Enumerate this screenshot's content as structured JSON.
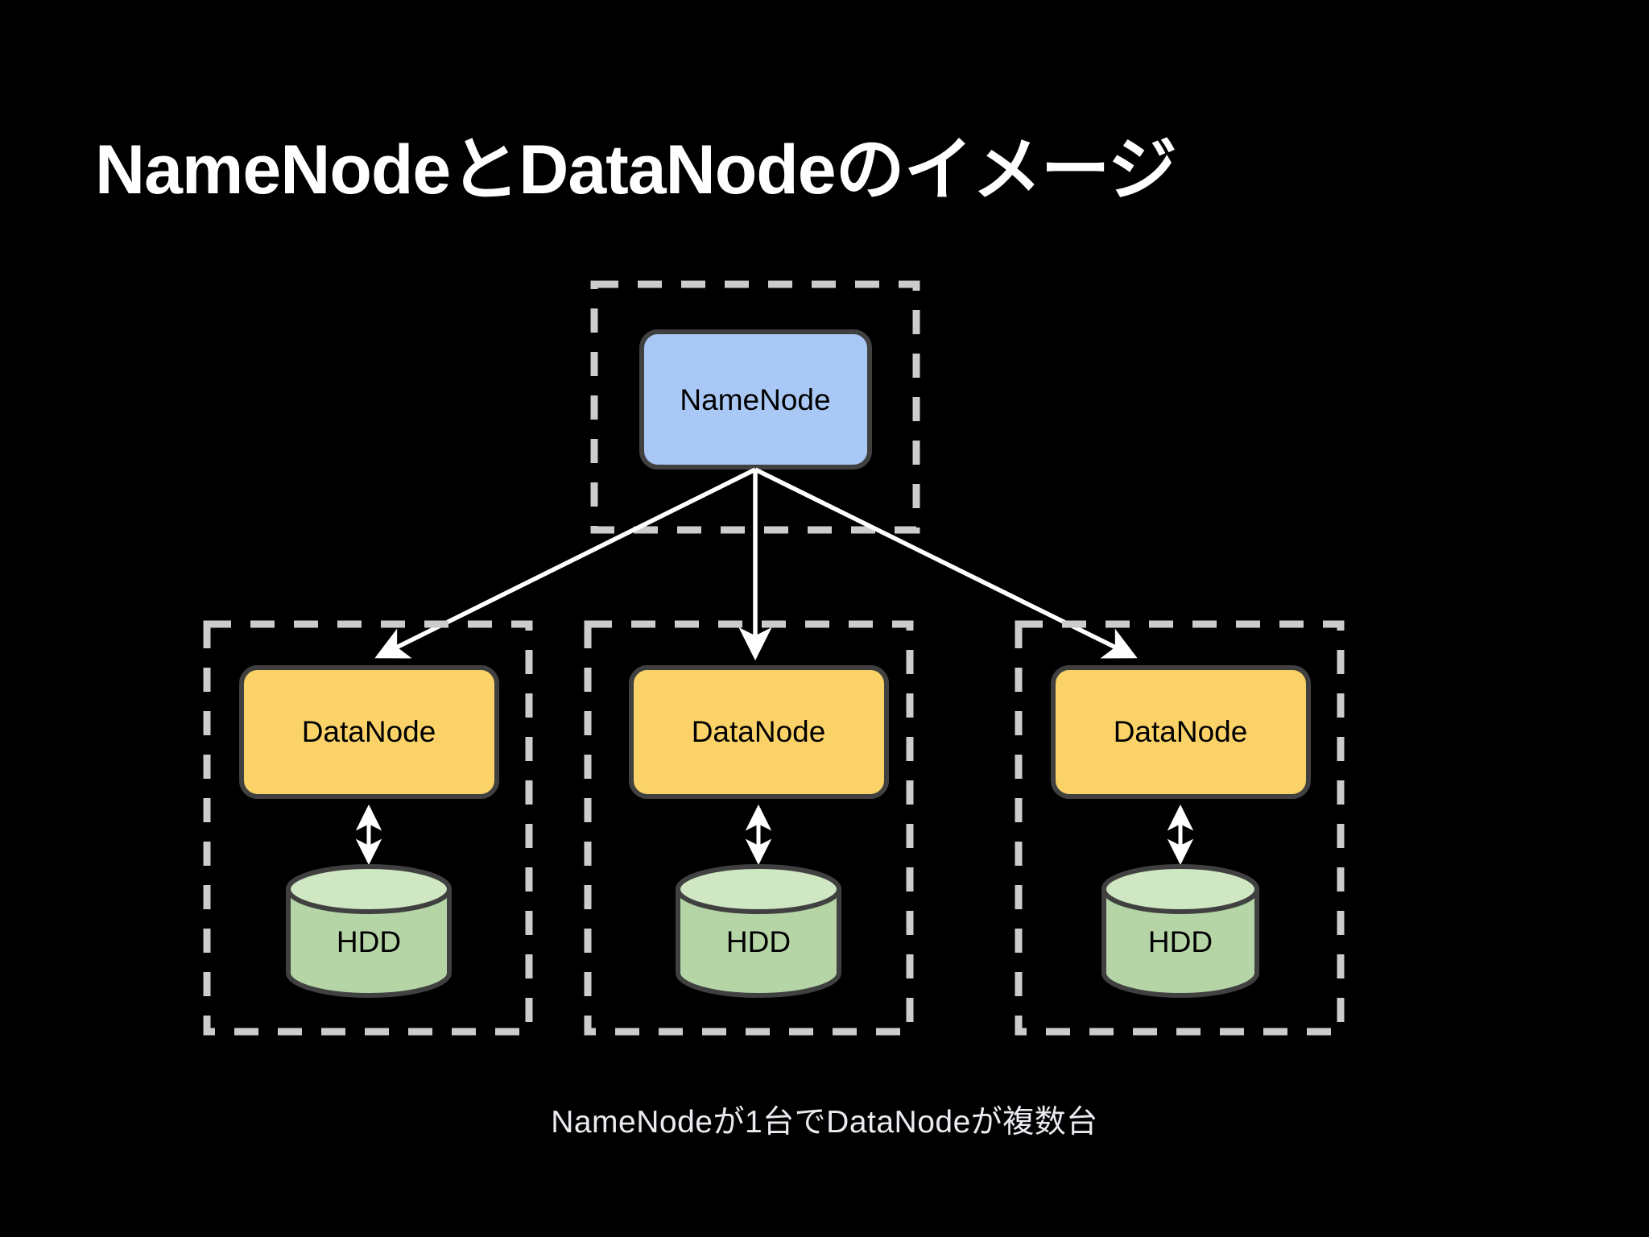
{
  "slide": {
    "title": "NameNodeとDataNodeのイメージ",
    "caption": "NameNodeが1台でDataNodeが複数台",
    "background_color": "#000000",
    "title_color": "#ffffff",
    "caption_color": "#eceaf0"
  },
  "diagram": {
    "type": "hdfs-architecture",
    "dashed_border_color": "#cccccc",
    "arrow_color": "#ffffff",
    "node_border_color": "#404040",
    "master": {
      "group_name": "namenode-group",
      "node": {
        "label": "NameNode",
        "fill": "#aac8f5",
        "border": "#404040"
      }
    },
    "workers": [
      {
        "group_name": "datanode-group-1",
        "node": {
          "label": "DataNode",
          "fill": "#fad267",
          "border": "#404040"
        },
        "storage": {
          "label": "HDD",
          "fill": "#b5d5a7",
          "top_fill": "#cfe7c3",
          "border": "#404040"
        }
      },
      {
        "group_name": "datanode-group-2",
        "node": {
          "label": "DataNode",
          "fill": "#fad267",
          "border": "#404040"
        },
        "storage": {
          "label": "HDD",
          "fill": "#b5d5a7",
          "top_fill": "#cfe7c3",
          "border": "#404040"
        }
      },
      {
        "group_name": "datanode-group-3",
        "node": {
          "label": "DataNode",
          "fill": "#fad267",
          "border": "#404040"
        },
        "storage": {
          "label": "HDD",
          "fill": "#b5d5a7",
          "top_fill": "#cfe7c3",
          "border": "#404040"
        }
      }
    ]
  }
}
